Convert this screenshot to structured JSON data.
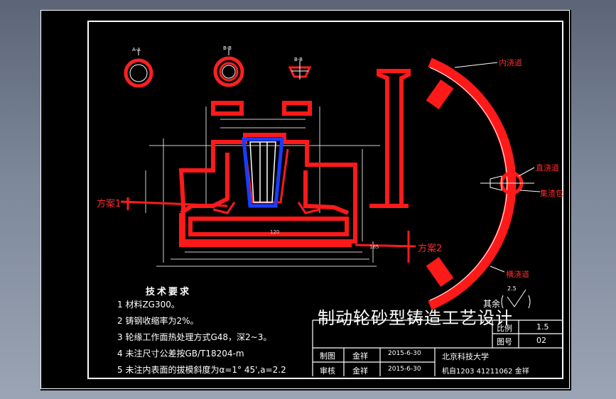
{
  "drawing": {
    "title": "制动轮砂型铸造工艺设计",
    "section_marks": [
      "A-A",
      "B-B",
      "B-B"
    ],
    "labels": {
      "inner_gate": "内浇道",
      "sprue": "直浇道",
      "slag_trap": "集渣包",
      "runner": "横浇道",
      "scheme1": "方案1",
      "scheme2": "方案2"
    },
    "surface_finish": {
      "prefix": "其余",
      "value": "2.5"
    },
    "dimension_text": [
      "165",
      "120"
    ]
  },
  "tech_requirements": {
    "heading": "技术要求",
    "items": [
      "1 材料ZG300。",
      "2 铸钢收缩率为2%。",
      "3 轮缘工作面热处理方式G48，深2~3。",
      "4 未注尺寸公差按GB/T18204-m",
      "5 未注内表面的拔模斜度为α=1° 45',a=2.2"
    ]
  },
  "title_block": {
    "scale_label": "比例",
    "scale_value": "1.5",
    "drawing_no_label": "图号",
    "drawing_no_value": "02",
    "drawn_label": "制图",
    "drawn_name": "金祥",
    "drawn_date": "2015-6-30",
    "checked_label": "审核",
    "checked_name": "金祥",
    "checked_date": "2015-6-30",
    "school": "北京科技大学",
    "class_info": "机自1203 41211062 金祥"
  }
}
